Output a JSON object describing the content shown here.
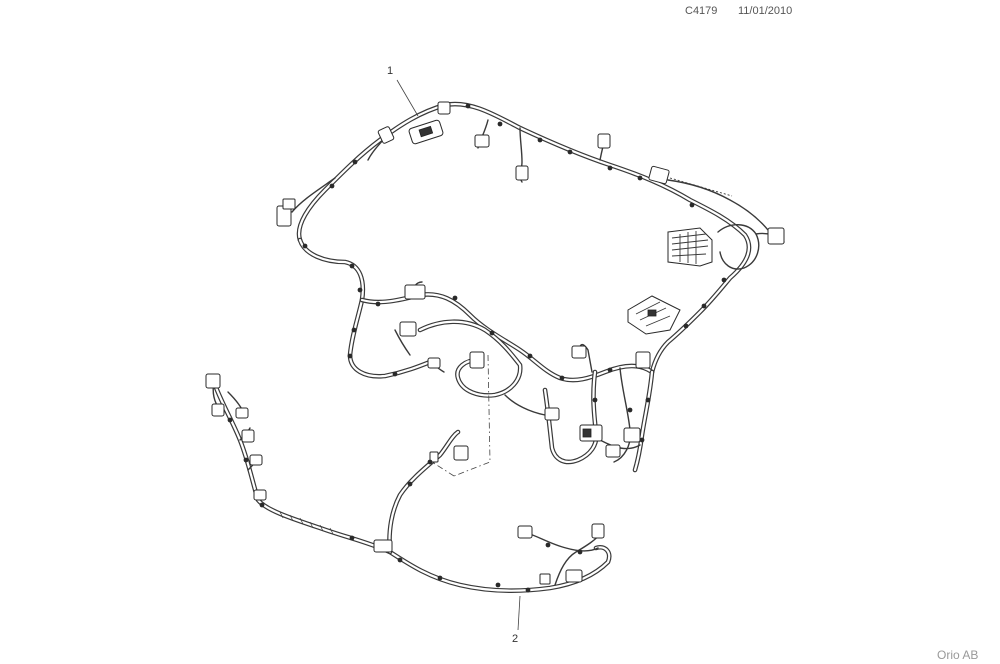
{
  "header": {
    "diagram_code": "C4179",
    "date": "11/01/2010"
  },
  "callouts": [
    {
      "number": "1"
    },
    {
      "number": "2"
    }
  ],
  "footer": {
    "publisher": "Orio AB"
  },
  "colors": {
    "line": "#3a3a3a",
    "background": "#ffffff",
    "header_text": "#555555",
    "publisher_text": "#999999"
  }
}
